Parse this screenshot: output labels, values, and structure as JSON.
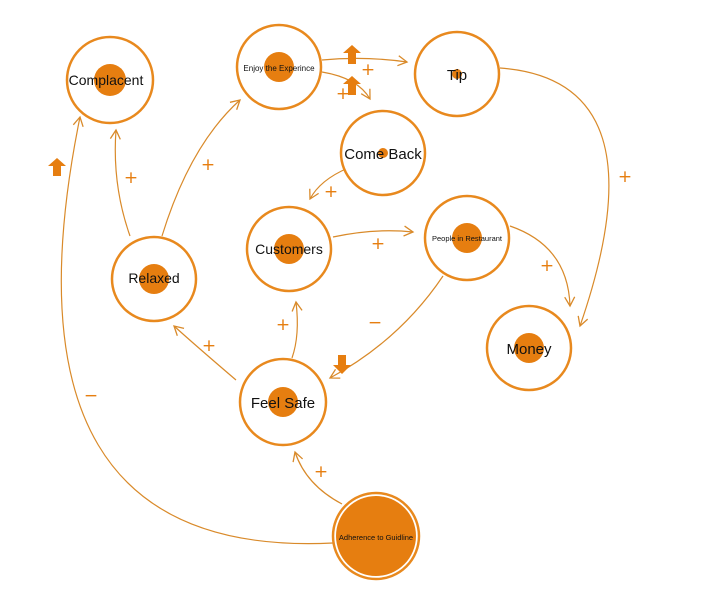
{
  "colors": {
    "accent": "#e67e10",
    "stroke": "#e8891e",
    "edge": "#d98a2a",
    "text": "#111111",
    "background": "#ffffff"
  },
  "nodes": {
    "complacent": {
      "label": "Complacent"
    },
    "enjoy": {
      "label": "Enjoy the Experince"
    },
    "tip": {
      "label": "Tip"
    },
    "comeback": {
      "label": "Come Back"
    },
    "customers": {
      "label": "Customers"
    },
    "people": {
      "label": "People in Restaurant"
    },
    "relaxed": {
      "label": "Relaxed"
    },
    "money": {
      "label": "Money"
    },
    "feelsafe": {
      "label": "Feel Safe"
    },
    "adherence": {
      "label": "Adherence to Guidline"
    }
  },
  "links": [
    {
      "id": "relaxed-complacent",
      "from": "relaxed",
      "to": "complacent",
      "polarity": "+"
    },
    {
      "id": "relaxed-enjoy",
      "from": "relaxed",
      "to": "enjoy",
      "polarity": "+"
    },
    {
      "id": "enjoy-tip",
      "from": "enjoy",
      "to": "tip",
      "polarity": "+"
    },
    {
      "id": "enjoy-comeback",
      "from": "enjoy",
      "to": "comeback",
      "polarity": "+"
    },
    {
      "id": "tip-money",
      "from": "tip",
      "to": "money",
      "polarity": "+"
    },
    {
      "id": "comeback-customers",
      "from": "comeback",
      "to": "customers",
      "polarity": "+"
    },
    {
      "id": "customers-people",
      "from": "customers",
      "to": "people",
      "polarity": "+"
    },
    {
      "id": "people-money",
      "from": "people",
      "to": "money",
      "polarity": "+"
    },
    {
      "id": "people-feelsafe",
      "from": "people",
      "to": "feelsafe",
      "polarity": "−"
    },
    {
      "id": "feelsafe-relaxed",
      "from": "feelsafe",
      "to": "relaxed",
      "polarity": "+"
    },
    {
      "id": "feelsafe-customers",
      "from": "feelsafe",
      "to": "customers",
      "polarity": "+"
    },
    {
      "id": "adherence-feelsafe",
      "from": "adherence",
      "to": "feelsafe",
      "polarity": "+"
    },
    {
      "id": "adherence-complacent",
      "from": "adherence",
      "to": "complacent",
      "polarity": "−"
    }
  ],
  "indicators": [
    {
      "id": "indicator-complacent",
      "direction": "up"
    },
    {
      "id": "indicator-enjoy-tip",
      "direction": "up"
    },
    {
      "id": "indicator-enjoy-comeback",
      "direction": "up"
    },
    {
      "id": "indicator-people-feelsafe",
      "direction": "down"
    }
  ]
}
